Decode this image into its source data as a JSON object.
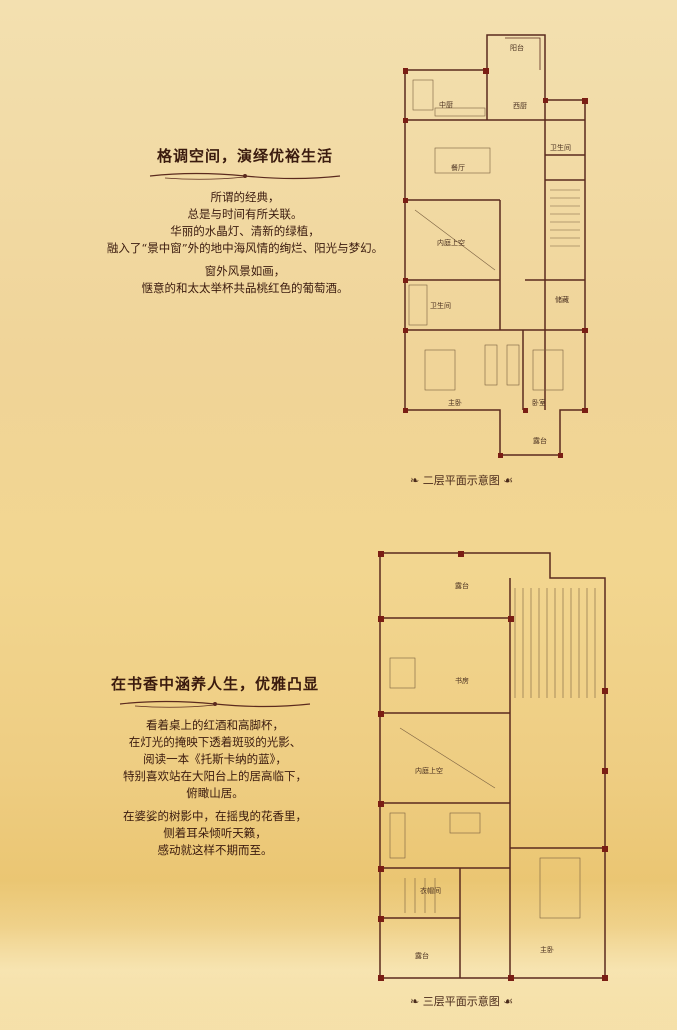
{
  "section1": {
    "heading": "格调空间，演绎优裕生活",
    "lines": [
      "所谓的经典，",
      "总是与时间有所关联。",
      "华丽的水晶灯、清新的绿植，",
      "融入了“景中窗”外的地中海风情的绚烂、阳光与梦幻。",
      "窗外风景如画，",
      "惬意的和太太举杯共品桃红色的葡萄酒。"
    ]
  },
  "section2": {
    "heading": "在书香中涵养人生，优雅凸显",
    "lines": [
      "看着桌上的红酒和高脚杯，",
      "在灯光的掩映下透着斑驳的光影、",
      "阅读一本《托斯卡纳的蓝》，",
      "特别喜欢站在大阳台上的居高临下，",
      "俯瞰山居。",
      "在婆娑的树影中，在摇曳的花香里，",
      "侧着耳朵倾听天籁，",
      "感动就这样不期而至。"
    ]
  },
  "plan1": {
    "caption": "二层平面示意图",
    "rooms": {
      "balcony": "阳台",
      "kitchen": "中厨",
      "western_kitchen": "西厨",
      "bathroom_top": "卫生间",
      "dining": "餐厅",
      "atrium": "内庭上空",
      "bathroom": "卫生间",
      "storage": "储藏",
      "master": "主卧",
      "bedroom": "卧室",
      "terrace": "露台"
    }
  },
  "plan2": {
    "caption": "三层平面示意图",
    "rooms": {
      "terrace_top": "露台",
      "study": "书房",
      "atrium": "内庭上空",
      "closet": "衣帽间",
      "terrace": "露台",
      "master": "主卧"
    }
  },
  "colors": {
    "text": "#3a1a0e",
    "wall": "#5b2a1e",
    "accent": "#7a1e14"
  }
}
